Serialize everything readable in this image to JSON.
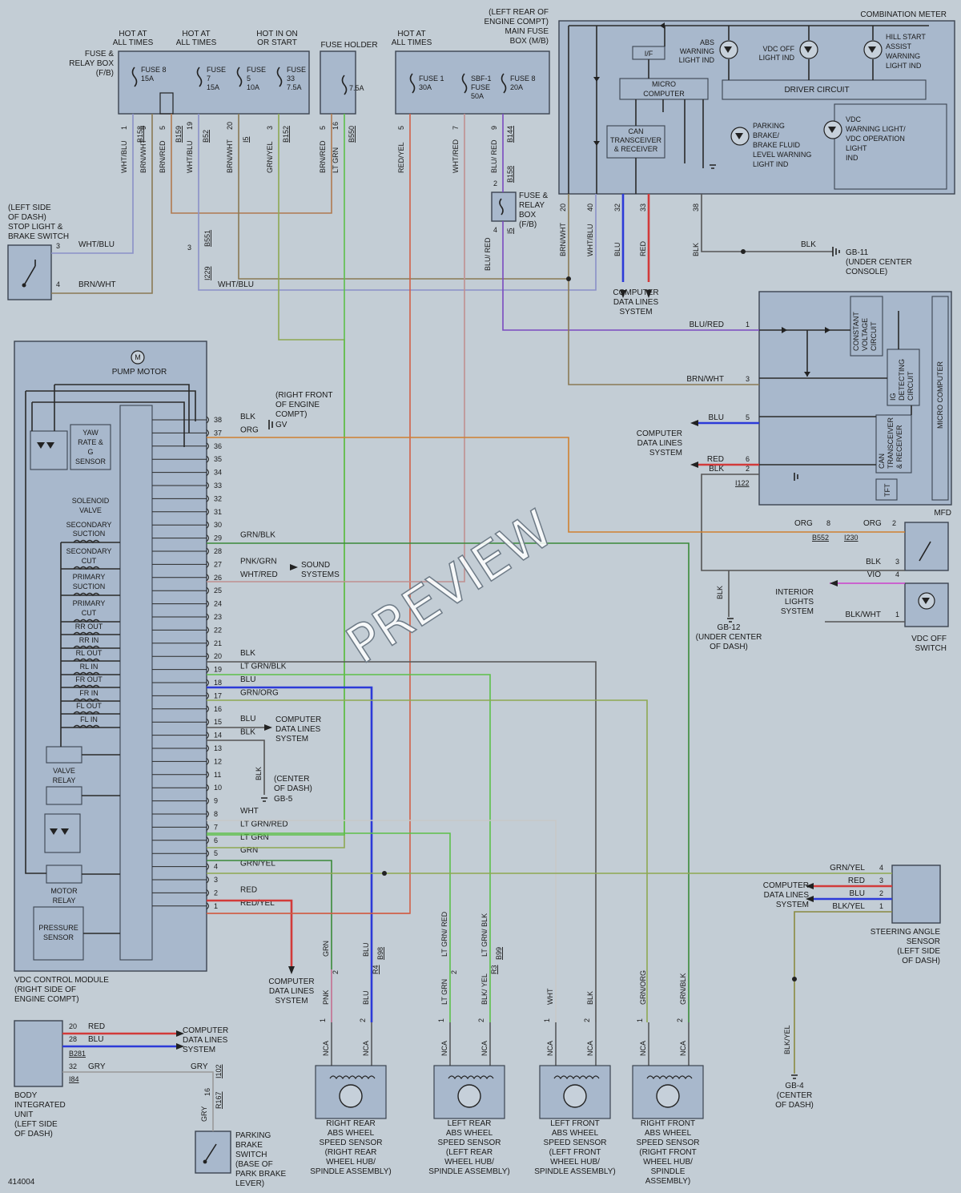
{
  "diagram": {
    "figure_id": "414004",
    "watermark": "PREVIEW",
    "blocks": {
      "fuse_relay_box": [
        "FUSE &",
        "RELAY BOX",
        "(F/B)"
      ],
      "hot_all_times_1": [
        "HOT AT",
        "ALL TIMES"
      ],
      "hot_all_times_2": [
        "HOT AT",
        "ALL TIMES"
      ],
      "hot_in_on": [
        "HOT IN ON",
        "OR START"
      ],
      "fuse_holder": "FUSE HOLDER",
      "hot_all_times_3": [
        "HOT AT",
        "ALL TIMES"
      ],
      "main_fuse_box": [
        "(LEFT REAR OF",
        "ENGINE COMPT)",
        "MAIN FUSE",
        "BOX (M/B)"
      ],
      "combination_meter": "COMBINATION METER",
      "stop_light_switch": [
        "(LEFT SIDE",
        "OF DASH)",
        "STOP LIGHT &",
        "BRAKE SWITCH"
      ],
      "fuse_relay_box_small": [
        "FUSE &",
        "RELAY",
        "BOX",
        "(F/B)"
      ],
      "gb11": [
        "GB-11",
        "(UNDER CENTER",
        "CONSOLE)"
      ],
      "computer_data_lines_top": [
        "COMPUTER",
        "DATA LINES",
        "SYSTEM"
      ],
      "pump_motor": "PUMP MOTOR",
      "yaw_sensor": [
        "YAW",
        "RATE &",
        "G",
        "SENSOR"
      ],
      "solenoid_valve": [
        "SOLENOID",
        "VALVE"
      ],
      "valves": [
        [
          "SECONDARY",
          "SUCTION"
        ],
        [
          "SECONDARY",
          "CUT"
        ],
        [
          "PRIMARY",
          "SUCTION"
        ],
        [
          "PRIMARY",
          "CUT"
        ],
        [
          "RR OUT"
        ],
        [
          "RR IN"
        ],
        [
          "RL OUT"
        ],
        [
          "RL IN"
        ],
        [
          "FR OUT"
        ],
        [
          "FR IN"
        ],
        [
          "FL OUT"
        ],
        [
          "FL IN"
        ]
      ],
      "valve_relay": [
        "VALVE",
        "RELAY"
      ],
      "motor_relay": [
        "MOTOR",
        "RELAY"
      ],
      "pressure_sensor": [
        "PRESSURE",
        "SENSOR"
      ],
      "vdc_module": [
        "VDC CONTROL MODULE",
        "(RIGHT SIDE OF",
        "ENGINE COMPT)"
      ],
      "gv": [
        "(RIGHT FRONT",
        "OF ENGINE",
        "COMPT)",
        "GV"
      ],
      "sound_systems": [
        "SOUND",
        "SYSTEMS"
      ],
      "computer_data_lines_mid": [
        "COMPUTER",
        "DATA LINES",
        "SYSTEM"
      ],
      "gb5": [
        "(CENTER",
        "OF DASH)",
        "GB-5"
      ],
      "computer_data_lines_low": [
        "COMPUTER",
        "DATA LINES",
        "SYSTEM"
      ],
      "mfd": "MFD",
      "mfd_computer_data_lines": [
        "COMPUTER",
        "DATA LINES",
        "SYSTEM"
      ],
      "gb12": [
        "GB-12",
        "(UNDER CENTER",
        "OF DASH)"
      ],
      "interior_lights": [
        "INTERIOR",
        "LIGHTS",
        "SYSTEM"
      ],
      "vdc_off_switch": [
        "VDC OFF",
        "SWITCH"
      ],
      "steering_data_lines": [
        "COMPUTER",
        "DATA LINES",
        "SYSTEM"
      ],
      "steering_sensor": [
        "STEERING ANGLE",
        "SENSOR",
        "(LEFT SIDE",
        "OF DASH)"
      ],
      "gb4": [
        "GB-4",
        "(CENTER",
        "OF DASH)"
      ],
      "body_unit": [
        "BODY",
        "INTEGRATED",
        "UNIT",
        "(LEFT SIDE",
        "OF DASH)"
      ],
      "body_data_lines": [
        "COMPUTER",
        "DATA LINES",
        "SYSTEM"
      ],
      "parking_switch": [
        "PARKING",
        "BRAKE",
        "SWITCH",
        "(BASE OF",
        "PARK BRAKE",
        "LEVER)"
      ],
      "wheel_sensors": [
        [
          "RIGHT REAR",
          "ABS WHEEL",
          "SPEED SENSOR",
          "(RIGHT REAR",
          "WHEEL HUB/",
          "SPINDLE ASSEMBLY)"
        ],
        [
          "LEFT REAR",
          "ABS WHEEL",
          "SPEED SENSOR",
          "(LEFT REAR",
          "WHEEL HUB/",
          "SPINDLE ASSEMBLY)"
        ],
        [
          "LEFT FRONT",
          "ABS WHEEL",
          "SPEED SENSOR",
          "(LEFT FRONT",
          "WHEEL HUB/",
          "SPINDLE ASSEMBLY)"
        ],
        [
          "RIGHT FRONT",
          "ABS WHEEL",
          "SPEED SENSOR",
          "(RIGHT FRONT",
          "WHEEL HUB/",
          "SPINDLE",
          "ASSEMBLY)"
        ]
      ]
    },
    "meter_parts": {
      "if": "I/F",
      "micro": [
        "MICRO",
        "COMPUTER"
      ],
      "can": [
        "CAN",
        "TRANSCEIVER",
        "& RECEIVER"
      ],
      "driver": "DRIVER CIRCUIT",
      "abs": [
        "ABS",
        "WARNING",
        "LIGHT IND"
      ],
      "vdc_off": [
        "VDC OFF",
        "LIGHT IND"
      ],
      "hill": [
        "HILL START",
        "ASSIST",
        "WARNING",
        "LIGHT IND"
      ],
      "parking": [
        "PARKING",
        "BRAKE/",
        "BRAKE FLUID",
        "LEVEL WARNING",
        "LIGHT IND"
      ],
      "vdc_warn": [
        "VDC",
        "WARNING LIGHT/",
        "VDC OPERATION",
        "LIGHT",
        "IND"
      ]
    },
    "mfd_parts": {
      "cv": [
        "CONSTANT",
        "VOLTAGE",
        "CIRCUIT"
      ],
      "ig": [
        "IG",
        "DETECTING",
        "CIRCUIT"
      ],
      "can": [
        "CAN",
        "TRANSCEIVER",
        "& RECEIVER"
      ],
      "tft": "TFT",
      "micro": "MICRO COMPUTER"
    },
    "fuses": {
      "fuse8": [
        "FUSE 8",
        "15A"
      ],
      "fuse7": [
        "FUSE",
        "7",
        "15A"
      ],
      "fuse5": [
        "FUSE",
        "5",
        "10A"
      ],
      "fuse33": [
        "FUSE",
        "33",
        "7.5A"
      ],
      "holder": "7.5A",
      "fuse1": [
        "FUSE 1",
        "30A"
      ],
      "sbf1": [
        "SBF-1",
        "FUSE",
        "50A"
      ],
      "fuse8b": [
        "FUSE 8",
        "20A"
      ]
    },
    "top_pins": [
      {
        "pin": "1",
        "circuit": "B158",
        "color": "WHT/BLU"
      },
      {
        "pin": "9",
        "circuit": "",
        "color": "BRN/WHT"
      },
      {
        "pin": "5",
        "circuit": "B159",
        "color": "BRN/RED"
      },
      {
        "pin": "19",
        "circuit": "B52",
        "color": "WHT/BLU"
      },
      {
        "pin": "20",
        "circuit": "I5",
        "color": "BRN/WHT"
      },
      {
        "pin": "3",
        "circuit": "B152",
        "color": "GRN/YEL"
      },
      {
        "pin": "5",
        "circuit": "",
        "color": "BRN/RED"
      },
      {
        "pin": "16",
        "circuit": "B550",
        "color": "LT GRN"
      },
      {
        "pin": "5",
        "circuit": "",
        "color": "RED/YEL"
      },
      {
        "pin": "7",
        "circuit": "",
        "color": "WHT/RED"
      },
      {
        "pin": "9",
        "circuit": "B144",
        "color": "BLU/ RED"
      }
    ],
    "meter_pins": [
      {
        "pin": "20",
        "color": "BRN/WHT"
      },
      {
        "pin": "40",
        "color": "WHT/BLU"
      },
      {
        "pin": "32",
        "color": "BLU"
      },
      {
        "pin": "33",
        "color": "RED"
      },
      {
        "pin": "38",
        "color": "BLK"
      }
    ],
    "misc_labels": {
      "b158_fb": "B158",
      "fb_pin2": "2",
      "fb_pin4": "4",
      "i5": "I5",
      "blu_red_v": "BLU/ RED",
      "b551": "B551",
      "i229": "I229",
      "pin3": "3",
      "wht_blu": "WHT/BLU",
      "wht_blu_2": "WHT/BLU",
      "brn_wht": "BRN/WHT",
      "blk_gb11": "BLK",
      "stop_pin3": "3",
      "stop_pin4": "4"
    },
    "module_pins": [
      {
        "pin": "38",
        "label": "BLK"
      },
      {
        "pin": "37",
        "label": "ORG"
      },
      {
        "pin": "36",
        "label": ""
      },
      {
        "pin": "35",
        "label": ""
      },
      {
        "pin": "34",
        "label": ""
      },
      {
        "pin": "33",
        "label": ""
      },
      {
        "pin": "32",
        "label": ""
      },
      {
        "pin": "31",
        "label": ""
      },
      {
        "pin": "30",
        "label": ""
      },
      {
        "pin": "29",
        "label": "GRN/BLK"
      },
      {
        "pin": "28",
        "label": ""
      },
      {
        "pin": "27",
        "label": "PNK/GRN"
      },
      {
        "pin": "26",
        "label": "WHT/RED"
      },
      {
        "pin": "25",
        "label": ""
      },
      {
        "pin": "24",
        "label": ""
      },
      {
        "pin": "23",
        "label": ""
      },
      {
        "pin": "22",
        "label": ""
      },
      {
        "pin": "21",
        "label": ""
      },
      {
        "pin": "20",
        "label": "BLK"
      },
      {
        "pin": "19",
        "label": "LT GRN/BLK"
      },
      {
        "pin": "18",
        "label": "BLU"
      },
      {
        "pin": "17",
        "label": "GRN/ORG"
      },
      {
        "pin": "16",
        "label": ""
      },
      {
        "pin": "15",
        "label": "BLU"
      },
      {
        "pin": "14",
        "label": "BLK"
      },
      {
        "pin": "13",
        "label": ""
      },
      {
        "pin": "12",
        "label": ""
      },
      {
        "pin": "11",
        "label": ""
      },
      {
        "pin": "10",
        "label": ""
      },
      {
        "pin": "9",
        "label": ""
      },
      {
        "pin": "8",
        "label": "WHT"
      },
      {
        "pin": "7",
        "label": "LT GRN/RED"
      },
      {
        "pin": "6",
        "label": "LT GRN"
      },
      {
        "pin": "5",
        "label": "GRN"
      },
      {
        "pin": "4",
        "label": "GRN/YEL"
      },
      {
        "pin": "3",
        "label": ""
      },
      {
        "pin": "2",
        "label": "RED"
      },
      {
        "pin": "1",
        "label": "RED/YEL"
      }
    ],
    "gb5_blk": "BLK",
    "mfd_pins": [
      {
        "pin": "1",
        "color": "BLU/RED"
      },
      {
        "pin": "3",
        "color": "BRN/WHT"
      },
      {
        "pin": "5",
        "color": "BLU"
      },
      {
        "pin": "6",
        "color": "RED"
      },
      {
        "pin": "2",
        "color": "BLK"
      }
    ],
    "i122": "I122",
    "org_link": {
      "left_color": "ORG",
      "left_pin": "8",
      "right_color": "ORG",
      "right_pin": "2",
      "left_circuit": "B552",
      "right_circuit": "I230"
    },
    "vdc_switch_pins": [
      {
        "pin": "3",
        "color": "BLK"
      },
      {
        "pin": "4",
        "color": "VIO"
      },
      {
        "pin": "1",
        "color": "BLK/WHT"
      }
    ],
    "gb12_blk": "BLK",
    "steering_pins": [
      {
        "pin": "4",
        "color": "GRN/YEL"
      },
      {
        "pin": "3",
        "color": "RED"
      },
      {
        "pin": "2",
        "color": "BLU"
      },
      {
        "pin": "1",
        "color": "BLK/YEL"
      }
    ],
    "gb4_color": "BLK/YEL",
    "body_pins": [
      {
        "pin": "20",
        "color": "RED"
      },
      {
        "pin": "28",
        "color": "BLU"
      },
      {
        "pin": "32",
        "color": "GRY"
      }
    ],
    "body_circuits": {
      "b281": "B281",
      "i84": "I84",
      "gry_right": "GRY",
      "i102": "I102",
      "pin16": "16",
      "r167": "R167",
      "gry_v": "GRY"
    },
    "sensor_wiring": [
      {
        "upper": [
          "GRN",
          "BLU"
        ],
        "upper_circuit": "B98",
        "pins": [
          "2",
          "R4"
        ],
        "lower": [
          "PNK",
          "BLU"
        ],
        "nca": [
          "NCA",
          "NCA"
        ]
      },
      {
        "upper": [
          "LT GRN/ RED",
          "LT GRN/ BLK"
        ],
        "upper_circuit": "B99",
        "pins": [
          "2",
          "R3"
        ],
        "lower": [
          "LT GRN",
          "BLK/ YEL"
        ],
        "nca": [
          "NCA",
          "NCA"
        ]
      },
      {
        "upper": [],
        "upper_circuit": "",
        "pins": [],
        "lower": [
          "WHT",
          "BLK"
        ],
        "nca": [
          "NCA",
          "NCA"
        ]
      },
      {
        "upper": [],
        "upper_circuit": "",
        "pins": [],
        "lower": [
          "GRN/ORG",
          "GRN/BLK"
        ],
        "nca": [
          "NCA",
          "NCA"
        ]
      }
    ],
    "connector_pins": [
      "1",
      "2"
    ]
  }
}
